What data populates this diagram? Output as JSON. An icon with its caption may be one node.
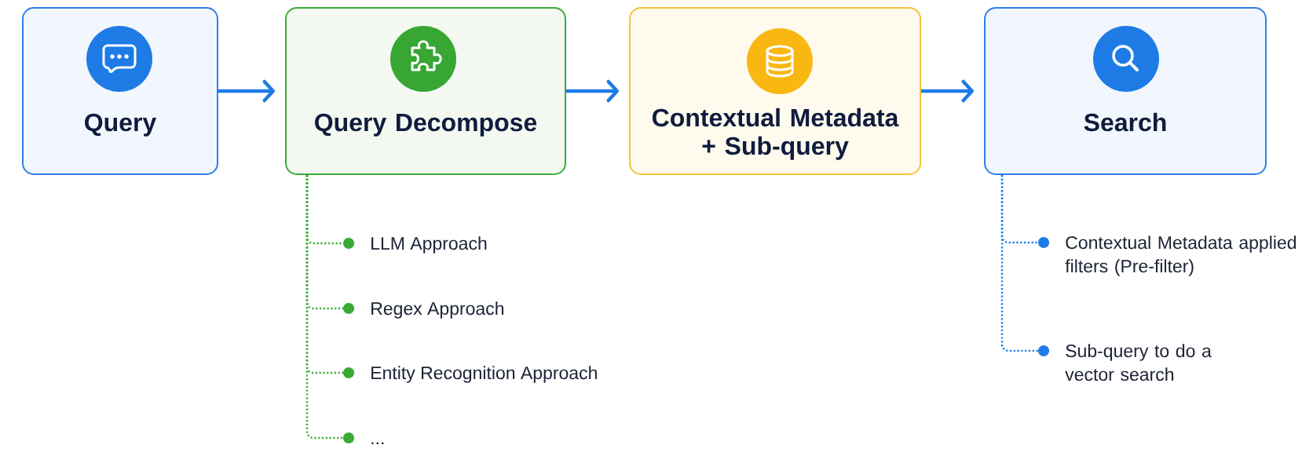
{
  "diagram": {
    "nodes": [
      {
        "text": [
          "Query"
        ]
      },
      {
        "text": [
          "Query Decompose"
        ]
      },
      {
        "text": [
          "Contextual Metadata + Sub-query"
        ]
      },
      {
        "text": [
          "Search"
        ]
      },
      {
        "text": [
          "LLM Approach"
        ]
      },
      {
        "text": [
          "Regex Approach"
        ]
      },
      {
        "text": [
          "Entity Recognition Approach"
        ]
      },
      {
        "text": [
          "..."
        ]
      },
      {
        "text": [
          "Contextual Metadata applied filters (Pre-filter)"
        ]
      },
      {
        "text": [
          "Sub-query to do a vector search"
        ]
      }
    ],
    "edges": [
      {
        "from": 0,
        "to": 1,
        "arrow": "to"
      },
      {
        "from": 1,
        "to": 2,
        "arrow": "to"
      },
      {
        "from": 2,
        "to": 3,
        "arrow": "to"
      },
      {
        "from": 1,
        "to": 4,
        "arrow": "other",
        "style": "dashed",
        "color": "#3aaa35"
      },
      {
        "from": 1,
        "to": 5,
        "arrow": "other",
        "style": "dashed",
        "color": "#3aaa35"
      },
      {
        "from": 1,
        "to": 6,
        "arrow": "other",
        "style": "dashed",
        "color": "#3aaa35"
      },
      {
        "from": 1,
        "to": 7,
        "arrow": "other",
        "style": "dashed",
        "color": "#3aaa35"
      },
      {
        "from": 3,
        "to": 8,
        "arrow": "other",
        "style": "dashed"
      },
      {
        "from": 3,
        "to": 9,
        "arrow": "other",
        "style": "dashed"
      }
    ]
  }
}
